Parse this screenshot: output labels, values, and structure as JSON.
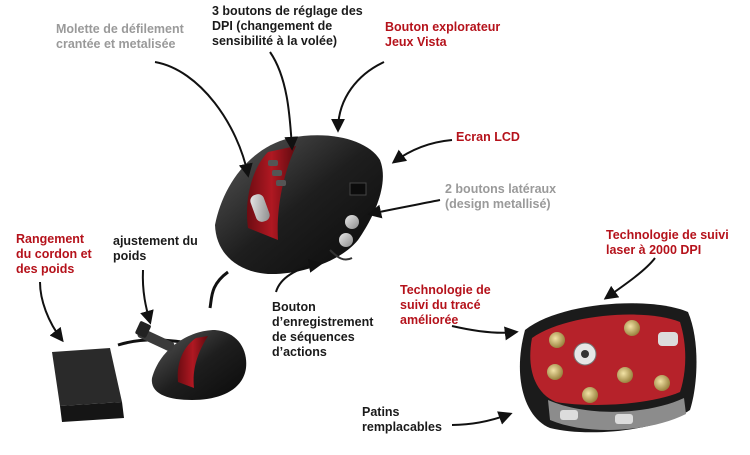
{
  "colors": {
    "accent": "#b5121b",
    "muted": "#9a9a9a",
    "text": "#1a1a1a"
  },
  "callouts": {
    "scroll_wheel": "Molette de défilement\ncrantée et metalisée",
    "dpi_buttons": "3 boutons de réglage des\nDPI (changement de\nsensibilité à la volée)",
    "vista_button": "Bouton explorateur\nJeux Vista",
    "lcd": "Ecran LCD",
    "side_buttons": "2 boutons latéraux\n(design metallisé)",
    "cord_storage": "Rangement\ndu cordon et\ndes poids",
    "weight_adjust": "ajustement du\npoids",
    "macro_button": "Bouton\nd’enregistrement\nde séquences\nd’actions",
    "laser_tech": "Technologie de suivi\nlaser à 2000 DPI",
    "tracking_tech": "Technologie de\nsuivi du tracé\naméliorée",
    "feet": "Patins\nremplacables"
  }
}
